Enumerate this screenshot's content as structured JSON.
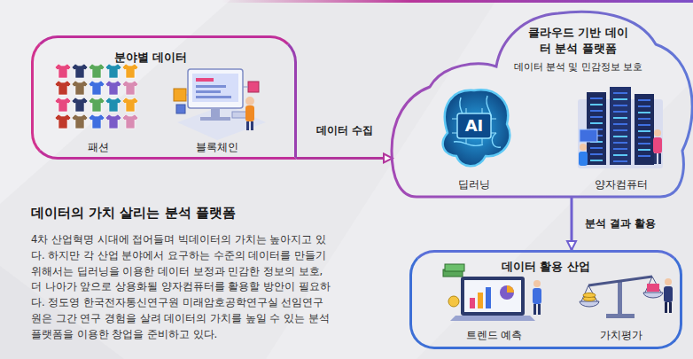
{
  "diagram": {
    "title": "데이터의 가치 살리는 분석 플랫폼",
    "caption": "4차 산업혁명 시대에 접어들며 빅데이터의 가치는 높아지고 있다. 하지만 각 산업 분야에서 요구하는 수준의 데이터를 만들기 위해서는 딥러닝을 이용한 데이터 보정과 민감한 정보의 보호, 더 나아가 앞으로 상용화될 양자컴퓨터를 활용할 방안이 필요하다. 정도영 한국전자통신연구원 미래암호공학연구실 선임연구원은 그간 연구 경험을 살려 데이터의 가치를 높일 수 있는 분석 플랫폼을 이용한 창업을 준비하고 있다.",
    "nodes": [
      {
        "text": [
          "분야별 데이터"
        ]
      },
      {
        "text": [
          "패션"
        ],
        "in": 0
      },
      {
        "text": [
          "블록체인"
        ],
        "in": 0
      },
      {
        "text": [
          "클라우드 기반 데이터 분석 플랫폼",
          "데이터 분석 및 민감정보 보호"
        ]
      },
      {
        "text": [
          "딥러닝"
        ],
        "in": 3
      },
      {
        "text": [
          "양자컴퓨터"
        ],
        "in": 3
      },
      {
        "text": [
          "데이터 활용 산업"
        ]
      },
      {
        "text": [
          "트렌드 예측"
        ],
        "in": 6
      },
      {
        "text": [
          "가치평가"
        ],
        "in": 6
      }
    ],
    "edges": [
      {
        "from": 0,
        "to": 3,
        "label": "데이터 수집",
        "arrow": "to"
      },
      {
        "from": 3,
        "to": 6,
        "label": "분석 결과 활용",
        "arrow": "to"
      }
    ],
    "labels": [
      "AI"
    ]
  }
}
